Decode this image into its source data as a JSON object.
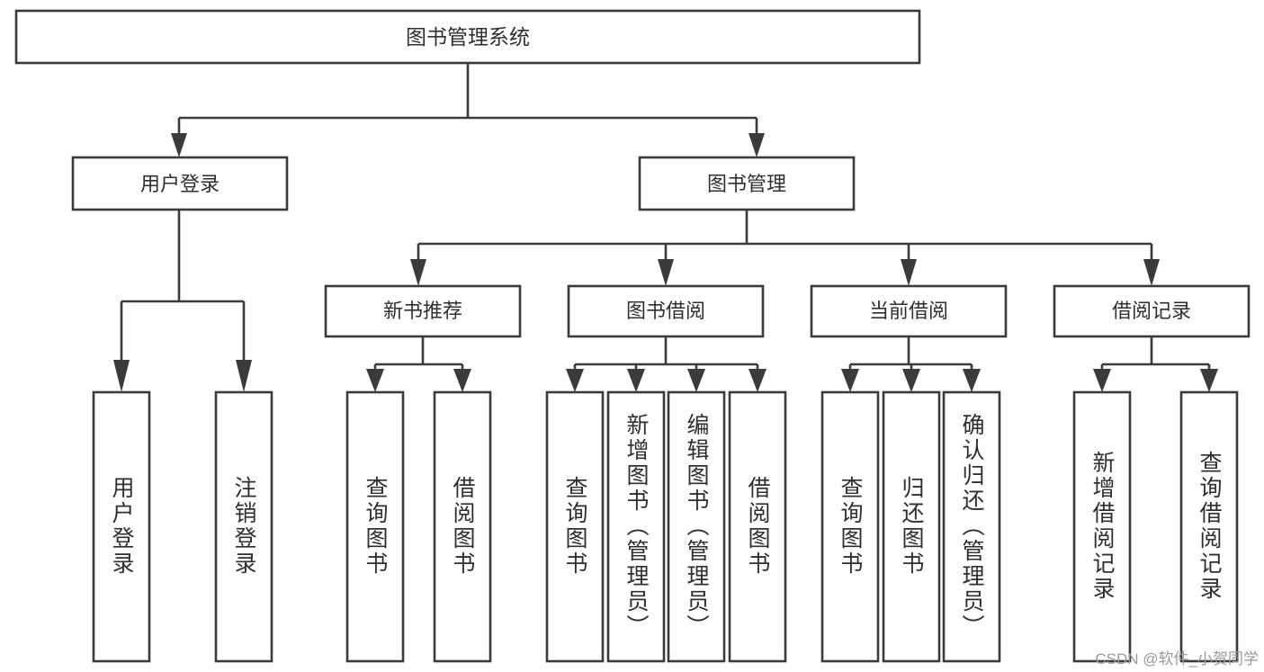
{
  "diagram": {
    "type": "tree-hierarchy",
    "title": "图书管理系统",
    "levels": 4,
    "root": {
      "id": "root",
      "label": "图书管理系统"
    },
    "level2": [
      {
        "id": "user-login",
        "label": "用户登录"
      },
      {
        "id": "book-manage",
        "label": "图书管理"
      }
    ],
    "level3": [
      {
        "id": "new-book-rec",
        "label": "新书推荐",
        "parent": "book-manage"
      },
      {
        "id": "book-borrow",
        "label": "图书借阅",
        "parent": "book-manage"
      },
      {
        "id": "current-borrow",
        "label": "当前借阅",
        "parent": "book-manage"
      },
      {
        "id": "borrow-record",
        "label": "借阅记录",
        "parent": "book-manage"
      }
    ],
    "leaves": [
      {
        "id": "leaf-user-login",
        "label": "用户登录",
        "parent": "user-login"
      },
      {
        "id": "leaf-user-logout",
        "label": "注销登录",
        "parent": "user-login"
      },
      {
        "id": "leaf-query-book-1",
        "label": "查询图书",
        "parent": "new-book-rec"
      },
      {
        "id": "leaf-borrow-book-1",
        "label": "借阅图书",
        "parent": "new-book-rec"
      },
      {
        "id": "leaf-query-book-2",
        "label": "查询图书",
        "parent": "book-borrow"
      },
      {
        "id": "leaf-add-book",
        "label": "新增图书（管理员）",
        "parent": "book-borrow"
      },
      {
        "id": "leaf-edit-book",
        "label": "编辑图书（管理员）",
        "parent": "book-borrow"
      },
      {
        "id": "leaf-borrow-book-2",
        "label": "借阅图书",
        "parent": "book-borrow"
      },
      {
        "id": "leaf-query-book-3",
        "label": "查询图书",
        "parent": "current-borrow"
      },
      {
        "id": "leaf-return-book",
        "label": "归还图书",
        "parent": "current-borrow"
      },
      {
        "id": "leaf-confirm-return",
        "label": "确认归还（管理员）",
        "parent": "current-borrow"
      },
      {
        "id": "leaf-add-record",
        "label": "新增借阅记录",
        "parent": "borrow-record"
      },
      {
        "id": "leaf-query-record",
        "label": "查询借阅记录",
        "parent": "borrow-record"
      }
    ],
    "colors": {
      "stroke": "#3b3b3b",
      "fill": "#ffffff",
      "text": "#2f2f2f",
      "background": "#ffffff",
      "watermark": "#9a9a9a"
    }
  },
  "watermark": {
    "text": "CSDN @软件_小贺同学"
  }
}
